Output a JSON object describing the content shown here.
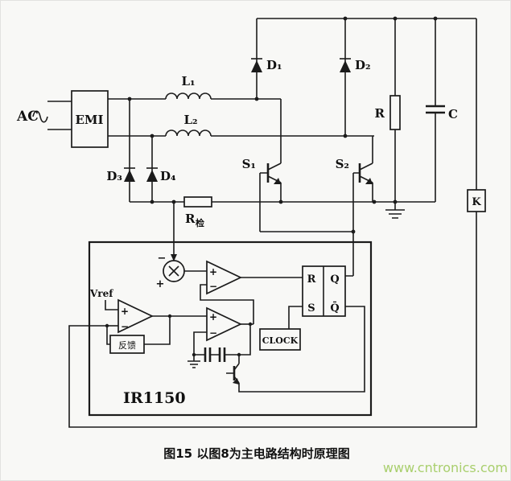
{
  "figure": {
    "caption": "图15 以图8为主电路结构时原理图",
    "watermark": "www.cntronics.com",
    "colors": {
      "watermark_green": "#a9cf6d",
      "line": "#1b1b1b",
      "background": "#f8f8f6"
    }
  },
  "labels": {
    "ac_source": "AC",
    "emi_filter": "EMI",
    "inductor_l1": "L₁",
    "inductor_l2": "L₂",
    "diode_d1": "D₁",
    "diode_d2": "D₂",
    "diode_d3": "D₃",
    "diode_d4": "D₄",
    "switch_s1": "S₁",
    "switch_s2": "S₂",
    "resistor_r": "R",
    "capacitor_c": "C",
    "divider_k": "K",
    "sense_resistor_main": "R",
    "sense_resistor_sub": "检",
    "controller_ic": "IR1150",
    "vref": "Vref",
    "feedback_block": "反馈",
    "clock_block": "CLOCK",
    "flipflop": {
      "r": "R",
      "s": "S",
      "q": "Q",
      "q_bar": "Q̄"
    },
    "plus": "+",
    "minus": "−"
  }
}
